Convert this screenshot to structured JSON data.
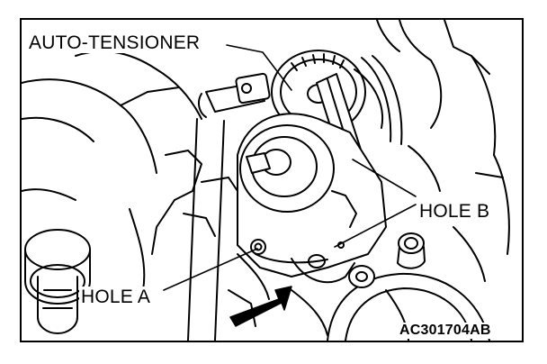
{
  "labels": {
    "auto_tensioner": "AUTO-TENSIONER",
    "hole_b": "HOLE B",
    "hole_a": "HOLE A",
    "figure_code": "AC301704AB"
  },
  "colors": {
    "line": "#000000",
    "background": "#ffffff",
    "arrow_fill": "#000000"
  },
  "icons": {
    "direction_arrow": "arrow-right-icon"
  }
}
